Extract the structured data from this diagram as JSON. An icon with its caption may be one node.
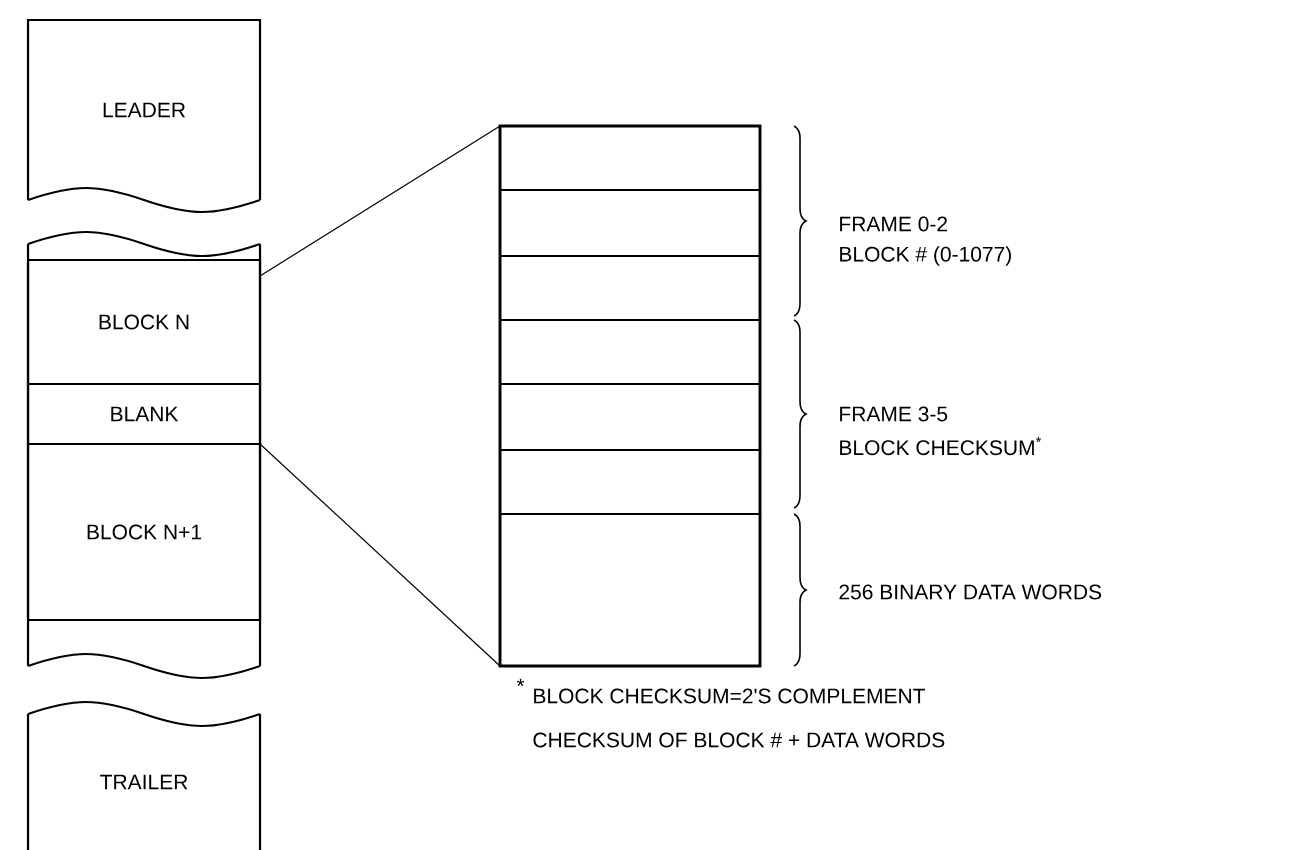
{
  "diagram": {
    "nodes": [
      {
        "text": [
          "LEADER"
        ]
      },
      {
        "text": [],
        "shape": "box"
      },
      {
        "text": [
          "BLOCK N"
        ],
        "in": 1
      },
      {
        "text": [
          "BLANK"
        ],
        "in": 1
      },
      {
        "text": [
          "BLOCK N+1"
        ],
        "in": 1
      },
      {
        "text": [
          "TRAILER"
        ]
      },
      {
        "text": [],
        "shape": "box"
      },
      {
        "text": [],
        "shape": "box",
        "in": 6
      },
      {
        "text": [],
        "shape": "box",
        "in": 6
      },
      {
        "text": [],
        "shape": "box",
        "in": 6
      },
      {
        "text": [],
        "shape": "box",
        "in": 6
      },
      {
        "text": [],
        "shape": "box",
        "in": 6
      },
      {
        "text": [],
        "shape": "box",
        "in": 6
      },
      {
        "text": [],
        "shape": "box",
        "in": 6
      }
    ],
    "edges": [
      {
        "from": 2,
        "to": 6,
        "arrow": "none"
      },
      {
        "from": 3,
        "to": 6,
        "arrow": "none"
      }
    ],
    "labels": [
      "FRAME 0-2",
      "BLOCK # (0-1077)",
      "FRAME 3-5",
      "BLOCK CHECKSUM$^{*}$",
      "256 BINARY DATA WORDS",
      "*",
      "BLOCK CHECKSUM=2'S COMPLEMENT",
      "CHECKSUM OF BLOCK # + DATA WORDS"
    ]
  }
}
